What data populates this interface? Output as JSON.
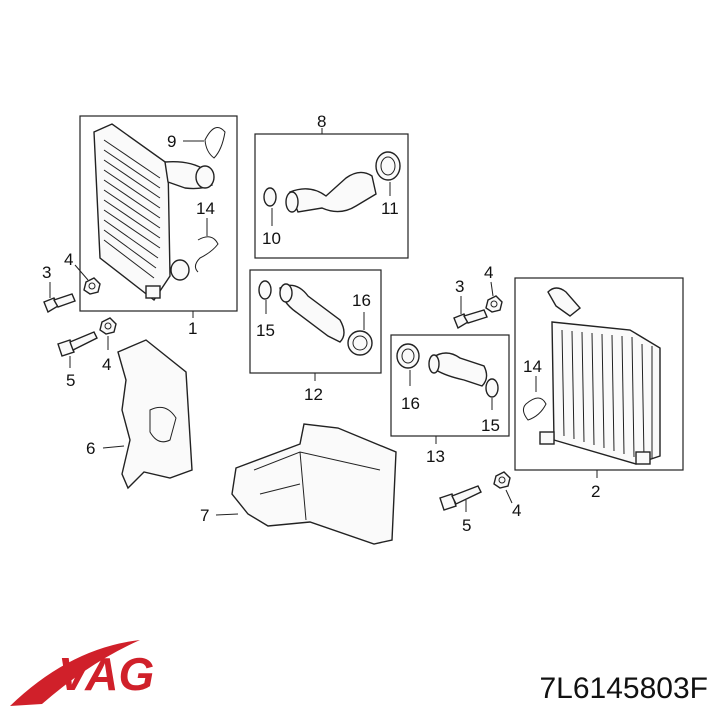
{
  "callouts": {
    "c1": "1",
    "c2": "2",
    "c3a": "3",
    "c3b": "3",
    "c4a": "4",
    "c4b": "4",
    "c4c": "4",
    "c4d": "4",
    "c5a": "5",
    "c5b": "5",
    "c6": "6",
    "c7": "7",
    "c8": "8",
    "c9": "9",
    "c10": "10",
    "c11": "11",
    "c12": "12",
    "c13": "13",
    "c14a": "14",
    "c14b": "14",
    "c15a": "15",
    "c15b": "15",
    "c16a": "16",
    "c16b": "16"
  },
  "brand": {
    "logo_text": "VAG",
    "logo_color": "#d0202a"
  },
  "part_number": "7L6145803F"
}
